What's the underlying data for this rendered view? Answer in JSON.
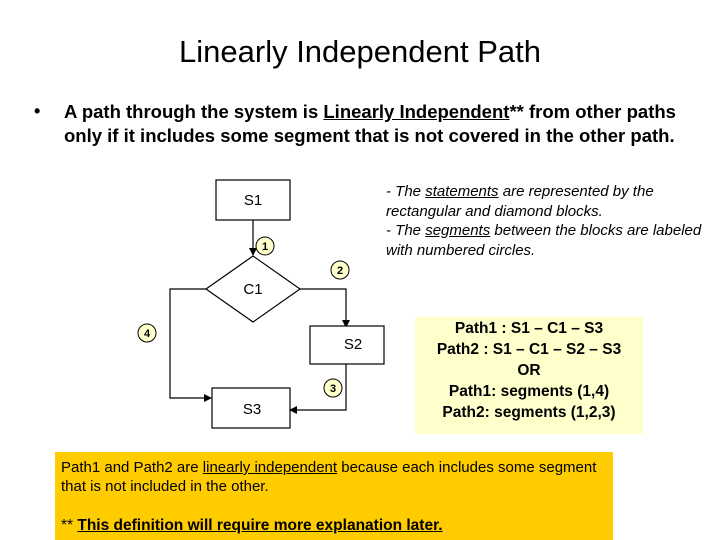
{
  "title": "Linearly Independent Path",
  "bullet": {
    "marker": "•",
    "text_before": "A path through the system is ",
    "underlined": "Linearly Independent",
    "text_after": "** from other paths only if it includes some segment that is not covered in the other path."
  },
  "note": {
    "line1_a": "- The ",
    "line1_u": "statements",
    "line1_b": " are represented by the rectangular and diamond blocks.",
    "line2_a": "- The ",
    "line2_u": "segments",
    "line2_b": " between the blocks are labeled with numbered circles."
  },
  "flowchart": {
    "s1": "S1",
    "c1": "C1",
    "s2": "S2",
    "s3": "S3",
    "seg1": "1",
    "seg2": "2",
    "seg3": "3",
    "seg4": "4"
  },
  "paths": {
    "line1": "Path1 : S1 – C1 – S3",
    "line2": "Path2 : S1 – C1 – S2 – S3",
    "line3": "OR",
    "line4": "Path1: segments (1,4)",
    "line5": "Path2: segments (1,2,3)"
  },
  "conclusion": {
    "a": "Path1 and Path2 are ",
    "u": "linearly independent",
    "b": " because each includes some segment that is not included in the other.",
    "footnote_stars": "** ",
    "footnote": "This definition will require more explanation later."
  },
  "colors": {
    "paths_box": "#ffffcc",
    "conclusion_box": "#ffcc00"
  }
}
